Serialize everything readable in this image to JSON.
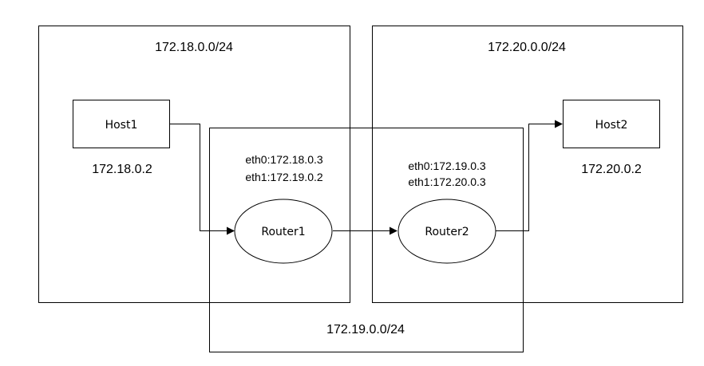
{
  "networks": {
    "left": {
      "cidr": "172.18.0.0/24"
    },
    "right": {
      "cidr": "172.20.0.0/24"
    },
    "middle": {
      "cidr": "172.19.0.0/24"
    }
  },
  "hosts": {
    "host1": {
      "name": "Host1",
      "ip": "172.18.0.2"
    },
    "host2": {
      "name": "Host2",
      "ip": "172.20.0.2"
    }
  },
  "routers": {
    "router1": {
      "name": "Router1",
      "eth0": "eth0:172.18.0.3",
      "eth1": "eth1:172.19.0.2"
    },
    "router2": {
      "name": "Router2",
      "eth0": "eth0:172.19.0.3",
      "eth1": "eth1:172.20.0.3"
    }
  }
}
